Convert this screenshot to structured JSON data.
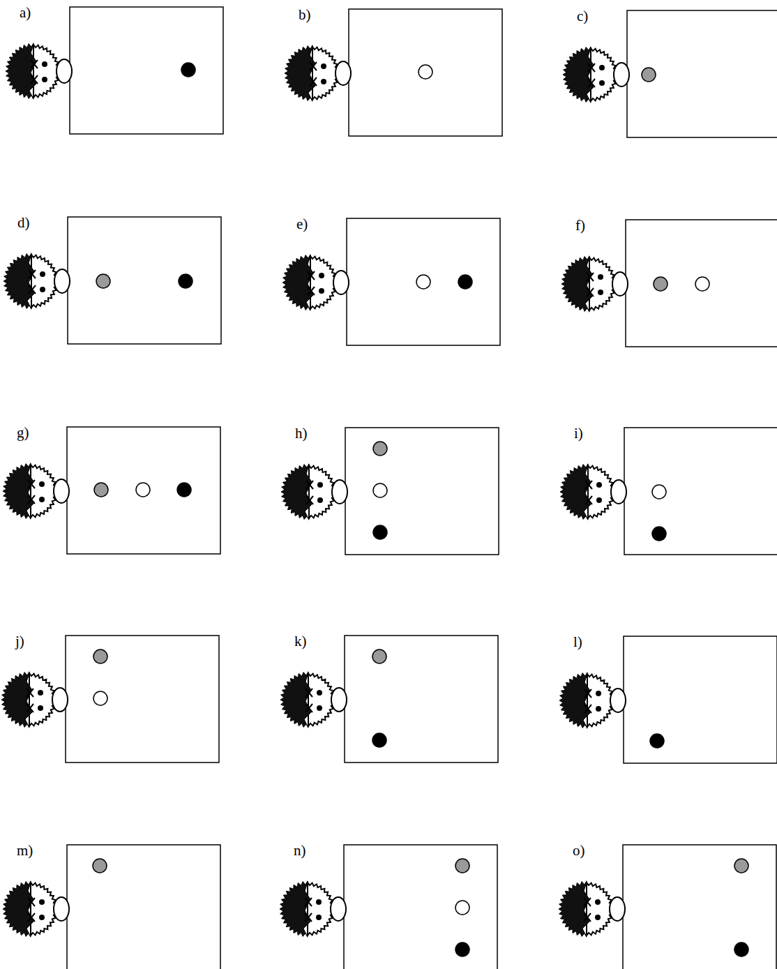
{
  "diagram": {
    "labels": [
      "a)",
      "b)",
      "c)",
      "d)",
      "e)",
      "f)",
      "g)",
      "h)",
      "i)",
      "j)",
      "k)",
      "l)",
      "m)",
      "n)",
      "o)"
    ]
  }
}
